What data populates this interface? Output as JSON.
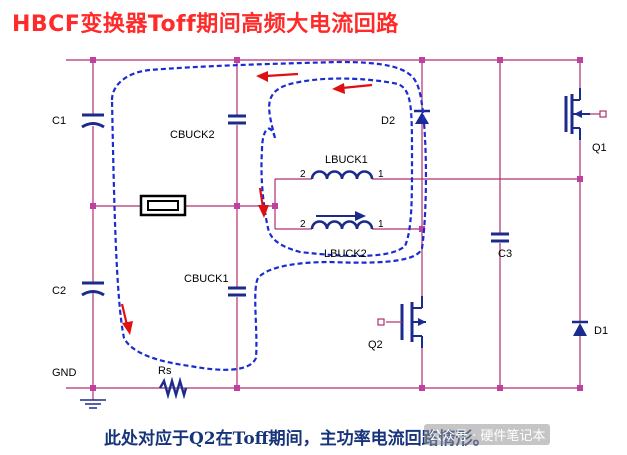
{
  "title": "HBCF变换器Toff期间高频大电流回路",
  "caption": "此处对应于Q2在Toff期间，主功率电流回路情形。",
  "watermark": "公众号 · 硬件笔记本",
  "labels": {
    "c1": "C1",
    "c2": "C2",
    "cbuck2": "CBUCK2",
    "cbuck1": "CBUCK1",
    "d2": "D2",
    "d1": "D1",
    "lbuck1": "LBUCK1",
    "lbuck2": "LBUCK2",
    "c3": "C3",
    "q1": "Q1",
    "q2": "Q2",
    "rs": "Rs",
    "gnd": "GND",
    "l1_pin_left": "2",
    "l1_pin_right": "1",
    "l2_pin_left": "2",
    "l2_pin_right": "1"
  },
  "colors": {
    "wire": "#b0306e",
    "node": "#c040a0",
    "component": "#1a2b8c",
    "loop": "#1a2bd0",
    "arrow": "#e01010",
    "title": "#ff2a2a",
    "caption": "#17337a"
  }
}
